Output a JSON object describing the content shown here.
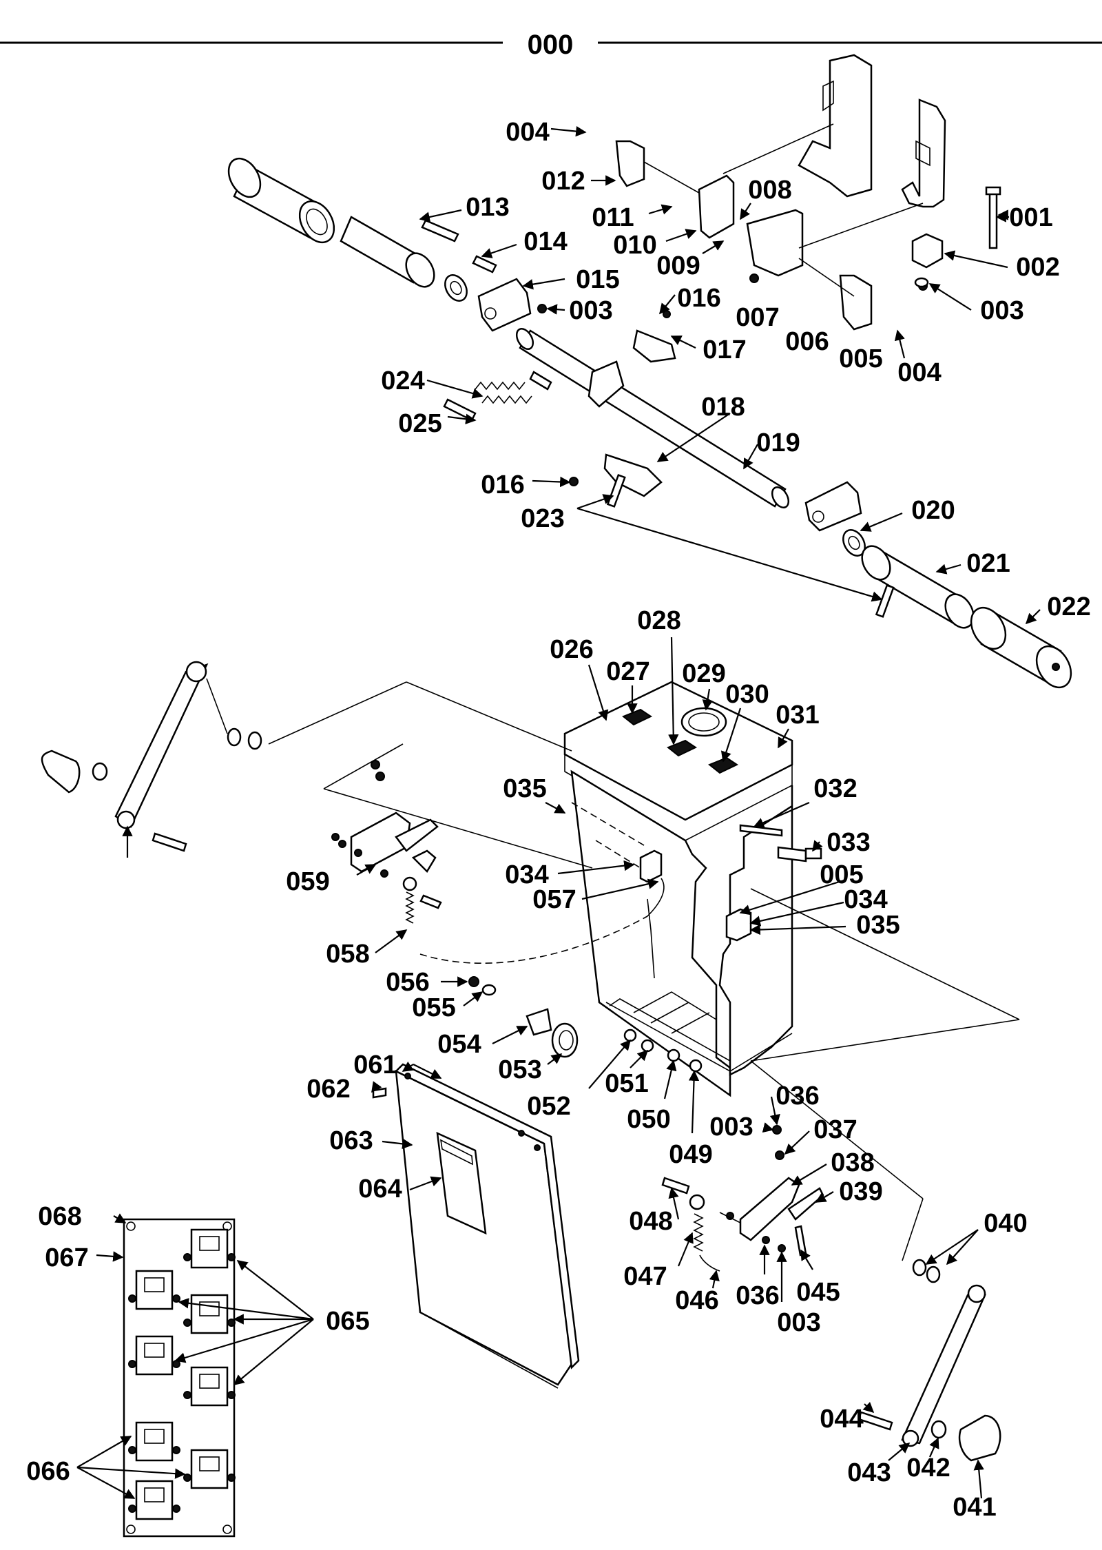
{
  "title": "000",
  "callouts": {
    "c001": "001",
    "c002": "002",
    "c003a": "003",
    "c003b": "003",
    "c003c": "003",
    "c003d": "003",
    "c004a": "004",
    "c004b": "004",
    "c005a": "005",
    "c005b": "005",
    "c006": "006",
    "c007": "007",
    "c008": "008",
    "c009": "009",
    "c010": "010",
    "c011": "011",
    "c012": "012",
    "c013": "013",
    "c014": "014",
    "c015": "015",
    "c016a": "016",
    "c016b": "016",
    "c017": "017",
    "c018": "018",
    "c019": "019",
    "c020": "020",
    "c021": "021",
    "c022": "022",
    "c023": "023",
    "c024": "024",
    "c025": "025",
    "c026": "026",
    "c027": "027",
    "c028": "028",
    "c029": "029",
    "c030": "030",
    "c031": "031",
    "c032": "032",
    "c033": "033",
    "c034a": "034",
    "c034b": "034",
    "c035a": "035",
    "c035b": "035",
    "c036a": "036",
    "c036b": "036",
    "c037": "037",
    "c038": "038",
    "c039": "039",
    "c040": "040",
    "c041": "041",
    "c042": "042",
    "c043": "043",
    "c044": "044",
    "c045": "045",
    "c046": "046",
    "c047": "047",
    "c048": "048",
    "c049": "049",
    "c050": "050",
    "c051": "051",
    "c052": "052",
    "c053": "053",
    "c054": "054",
    "c055": "055",
    "c056": "056",
    "c057": "057",
    "c058": "058",
    "c059": "059",
    "c061": "061",
    "c062": "062",
    "c063": "063",
    "c064": "064",
    "c065": "065",
    "c066": "066",
    "c067": "067",
    "c068": "068"
  }
}
